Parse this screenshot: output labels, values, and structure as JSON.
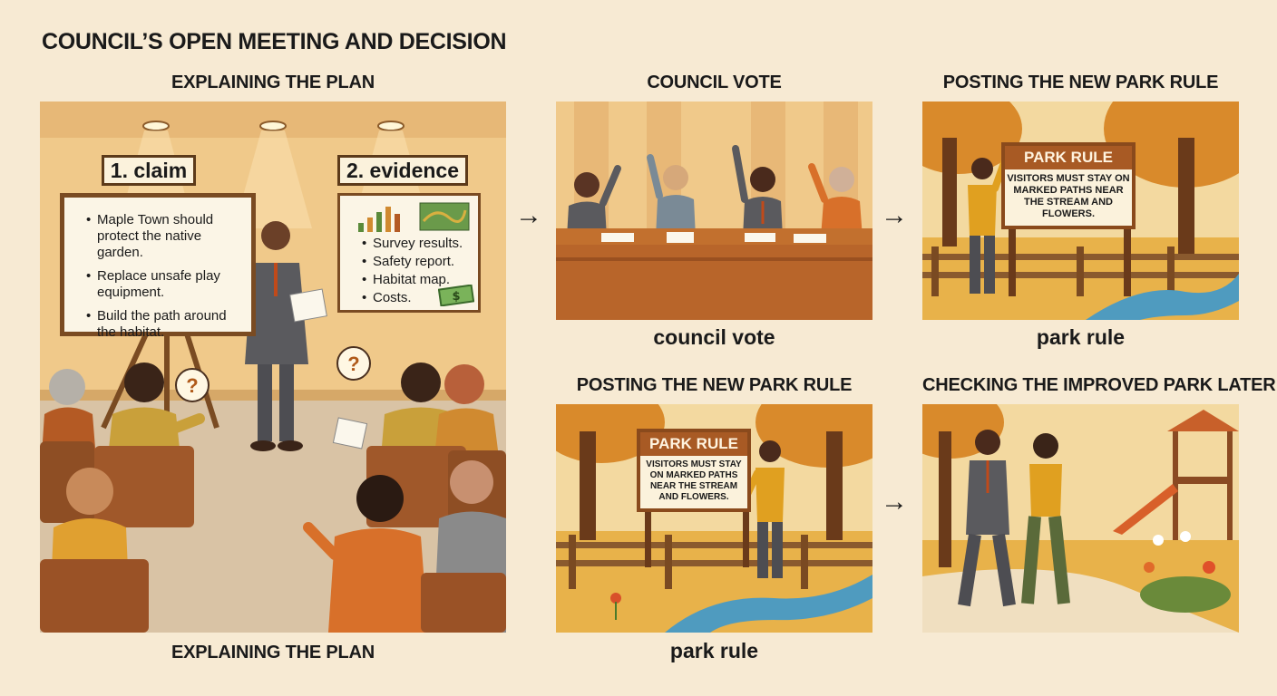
{
  "title": "COUNCIL’S OPEN MEETING AND DECISION",
  "panels": {
    "explain": {
      "heading": "EXPLAINING THE PLAN",
      "caption": "EXPLAINING THE PLAN",
      "claim_label": "1. claim",
      "claim_items": [
        "Maple Town should protect the native garden.",
        "Replace unsafe play equipment.",
        "Build the path around the habitat."
      ],
      "evidence_label": "2. evidence",
      "evidence_items": [
        "Survey results.",
        "Safety report.",
        "Habitat map.",
        "Costs."
      ],
      "bubble_text": "?"
    },
    "vote": {
      "heading": "COUNCIL VOTE",
      "caption": "council vote"
    },
    "post_top": {
      "heading": "POSTING THE NEW PARK RULE",
      "caption": "park rule",
      "sign_title": "PARK RULE",
      "sign_text": "VISITORS MUST STAY ON MARKED PATHS NEAR THE STREAM AND FLOWERS."
    },
    "post_bottom": {
      "heading": "POSTING THE NEW PARK RULE",
      "caption": "park rule",
      "sign_title": "PARK RULE",
      "sign_text": "VISITORS MUST STAY ON MARKED PATHS NEAR THE STREAM AND FLOWERS."
    },
    "later": {
      "heading": "CHECKING THE IMPROVED PARK LATER"
    }
  },
  "arrow_symbol": "→",
  "colors": {
    "background": "#f7ead3",
    "wall": "#f0c98a",
    "table": "#b8652a",
    "park_ground": "#e8b24a",
    "tree_leaves": "#d98a2b",
    "stream": "#4f9bbf",
    "board_frame": "#7a4b22"
  }
}
